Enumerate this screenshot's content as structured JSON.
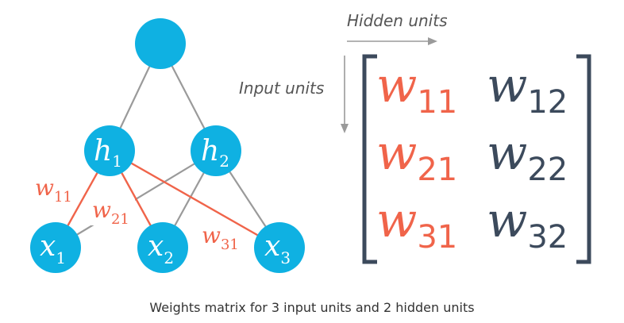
{
  "network": {
    "output_node": {
      "var": "",
      "sub": ""
    },
    "hidden_nodes": [
      {
        "var": "h",
        "sub": "1"
      },
      {
        "var": "h",
        "sub": "2"
      }
    ],
    "input_nodes": [
      {
        "var": "x",
        "sub": "1"
      },
      {
        "var": "x",
        "sub": "2"
      },
      {
        "var": "x",
        "sub": "3"
      }
    ],
    "weight_labels": [
      {
        "var": "w",
        "sub": "11"
      },
      {
        "var": "w",
        "sub": "21"
      },
      {
        "var": "w",
        "sub": "31"
      }
    ]
  },
  "matrix": {
    "col_axis_label": "Hidden units",
    "row_axis_label": "Input units",
    "rows": [
      [
        {
          "var": "w",
          "sub": "11",
          "highlight": true
        },
        {
          "var": "w",
          "sub": "12",
          "highlight": false
        }
      ],
      [
        {
          "var": "w",
          "sub": "21",
          "highlight": true
        },
        {
          "var": "w",
          "sub": "22",
          "highlight": false
        }
      ],
      [
        {
          "var": "w",
          "sub": "31",
          "highlight": true
        },
        {
          "var": "w",
          "sub": "32",
          "highlight": false
        }
      ]
    ]
  },
  "caption": "Weights matrix for 3 input units and 2 hidden units",
  "colors": {
    "node": "#0fb1e2",
    "highlight": "#f0644a",
    "dark": "#3c4a5c",
    "edge": "#9a9a9a"
  }
}
